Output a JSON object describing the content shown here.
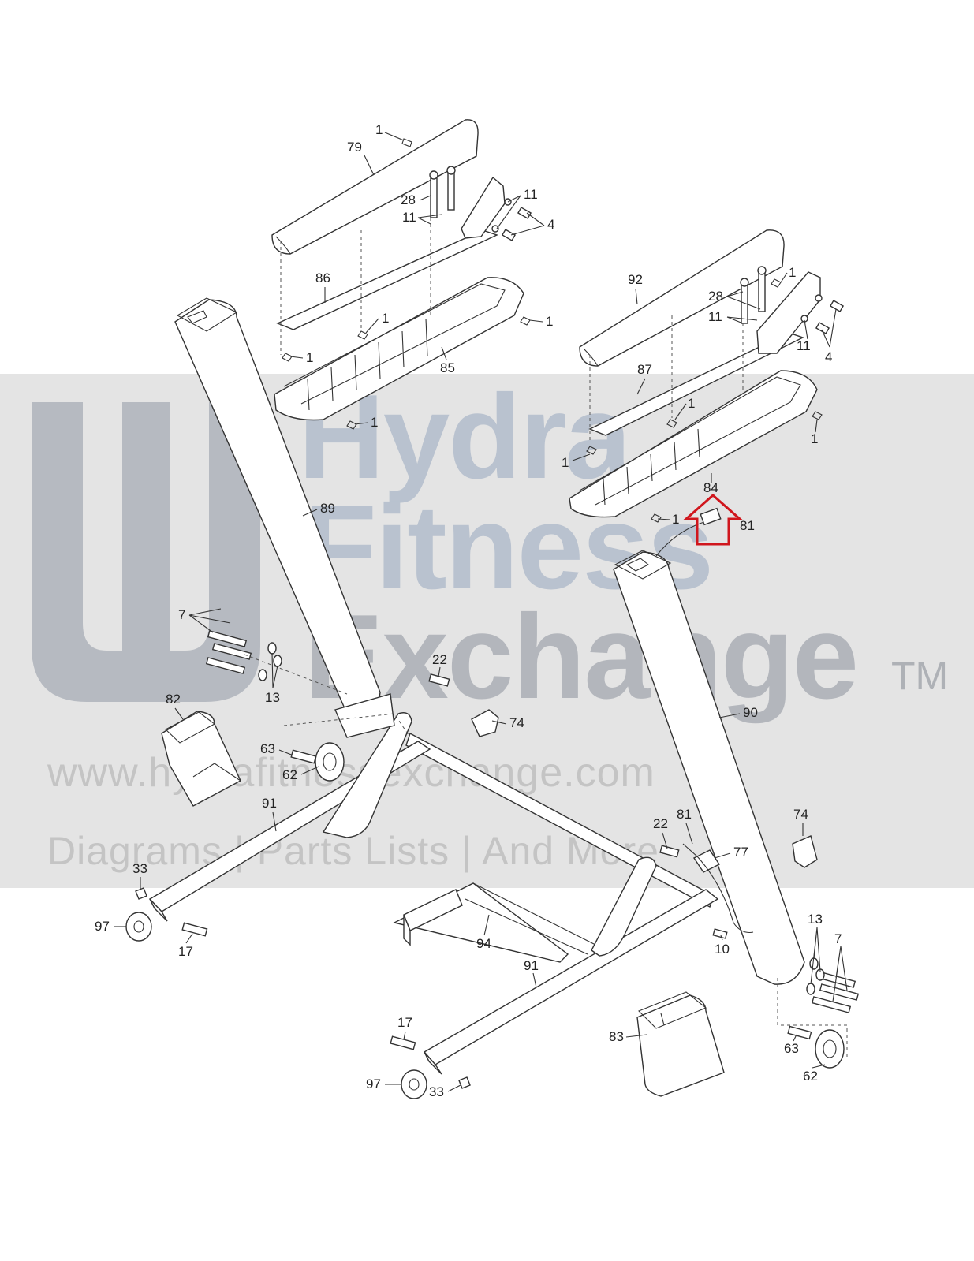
{
  "watermark": {
    "line1": "Hydra",
    "line2": "Fitness",
    "line3": "Exchange",
    "trademark": "TM",
    "url": "www.hydrafitnessexchange.com",
    "tagline": "Diagrams | Parts Lists | And More"
  },
  "colors": {
    "highlight_arrow": "#d0161d",
    "line": "#333333",
    "band": "#d9d9d9"
  },
  "highlight": {
    "part": "84",
    "marker_icon": "up-arrow-icon"
  },
  "callouts": [
    {
      "id": "l1a",
      "text": "1"
    },
    {
      "id": "l79",
      "text": "79"
    },
    {
      "id": "l28a",
      "text": "28"
    },
    {
      "id": "l11a",
      "text": "11"
    },
    {
      "id": "l11b",
      "text": "11"
    },
    {
      "id": "l4a",
      "text": "4"
    },
    {
      "id": "l86",
      "text": "86"
    },
    {
      "id": "l1b",
      "text": "1"
    },
    {
      "id": "l1c",
      "text": "1"
    },
    {
      "id": "l1d",
      "text": "1"
    },
    {
      "id": "l85",
      "text": "85"
    },
    {
      "id": "l1e",
      "text": "1"
    },
    {
      "id": "l92",
      "text": "92"
    },
    {
      "id": "l1f",
      "text": "1"
    },
    {
      "id": "l28b",
      "text": "28"
    },
    {
      "id": "l11c",
      "text": "11"
    },
    {
      "id": "l11d",
      "text": "11"
    },
    {
      "id": "l4b",
      "text": "4"
    },
    {
      "id": "l87",
      "text": "87"
    },
    {
      "id": "l1g",
      "text": "1"
    },
    {
      "id": "l1h",
      "text": "1"
    },
    {
      "id": "l1i",
      "text": "1"
    },
    {
      "id": "l84",
      "text": "84"
    },
    {
      "id": "l1j",
      "text": "1"
    },
    {
      "id": "l81a",
      "text": "81"
    },
    {
      "id": "l89",
      "text": "89"
    },
    {
      "id": "l7a",
      "text": "7"
    },
    {
      "id": "l13a",
      "text": "13"
    },
    {
      "id": "l22a",
      "text": "22"
    },
    {
      "id": "l82",
      "text": "82"
    },
    {
      "id": "l74a",
      "text": "74"
    },
    {
      "id": "l63a",
      "text": "63"
    },
    {
      "id": "l62a",
      "text": "62"
    },
    {
      "id": "l90",
      "text": "90"
    },
    {
      "id": "l91a",
      "text": "91"
    },
    {
      "id": "l81b",
      "text": "81"
    },
    {
      "id": "l22b",
      "text": "22"
    },
    {
      "id": "l77",
      "text": "77"
    },
    {
      "id": "l74b",
      "text": "74"
    },
    {
      "id": "l33a",
      "text": "33"
    },
    {
      "id": "l97a",
      "text": "97"
    },
    {
      "id": "l17a",
      "text": "17"
    },
    {
      "id": "l94",
      "text": "94"
    },
    {
      "id": "l10",
      "text": "10"
    },
    {
      "id": "l13b",
      "text": "13"
    },
    {
      "id": "l7b",
      "text": "7"
    },
    {
      "id": "l91b",
      "text": "91"
    },
    {
      "id": "l17b",
      "text": "17"
    },
    {
      "id": "l83",
      "text": "83"
    },
    {
      "id": "l63b",
      "text": "63"
    },
    {
      "id": "l62b",
      "text": "62"
    },
    {
      "id": "l97b",
      "text": "97"
    },
    {
      "id": "l33b",
      "text": "33"
    }
  ]
}
